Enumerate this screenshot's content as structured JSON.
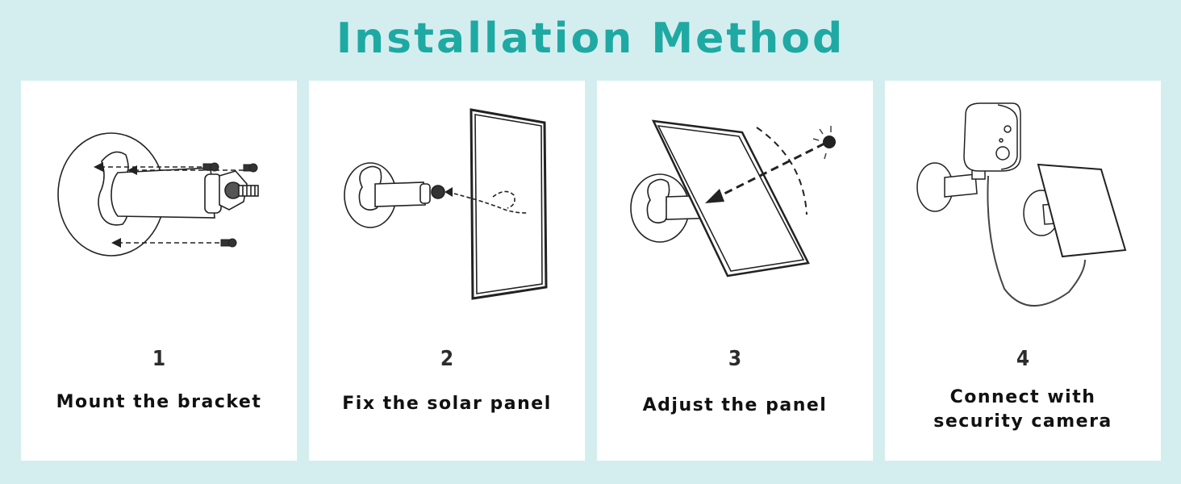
{
  "title": "Installation Method",
  "colors": {
    "background": "#d4eef0",
    "title": "#1fa9a3",
    "card": "#ffffff"
  },
  "steps": [
    {
      "number": "1",
      "label": [
        "Mount the bracket"
      ],
      "illustration": "bracket-mount-illustration"
    },
    {
      "number": "2",
      "label": [
        "Fix the solar panel"
      ],
      "illustration": "solar-panel-fix-illustration"
    },
    {
      "number": "3",
      "label": [
        "Adjust the panel"
      ],
      "illustration": "panel-adjust-illustration"
    },
    {
      "number": "4",
      "label": [
        "Connect with",
        "security camera"
      ],
      "illustration": "camera-connect-illustration"
    }
  ]
}
